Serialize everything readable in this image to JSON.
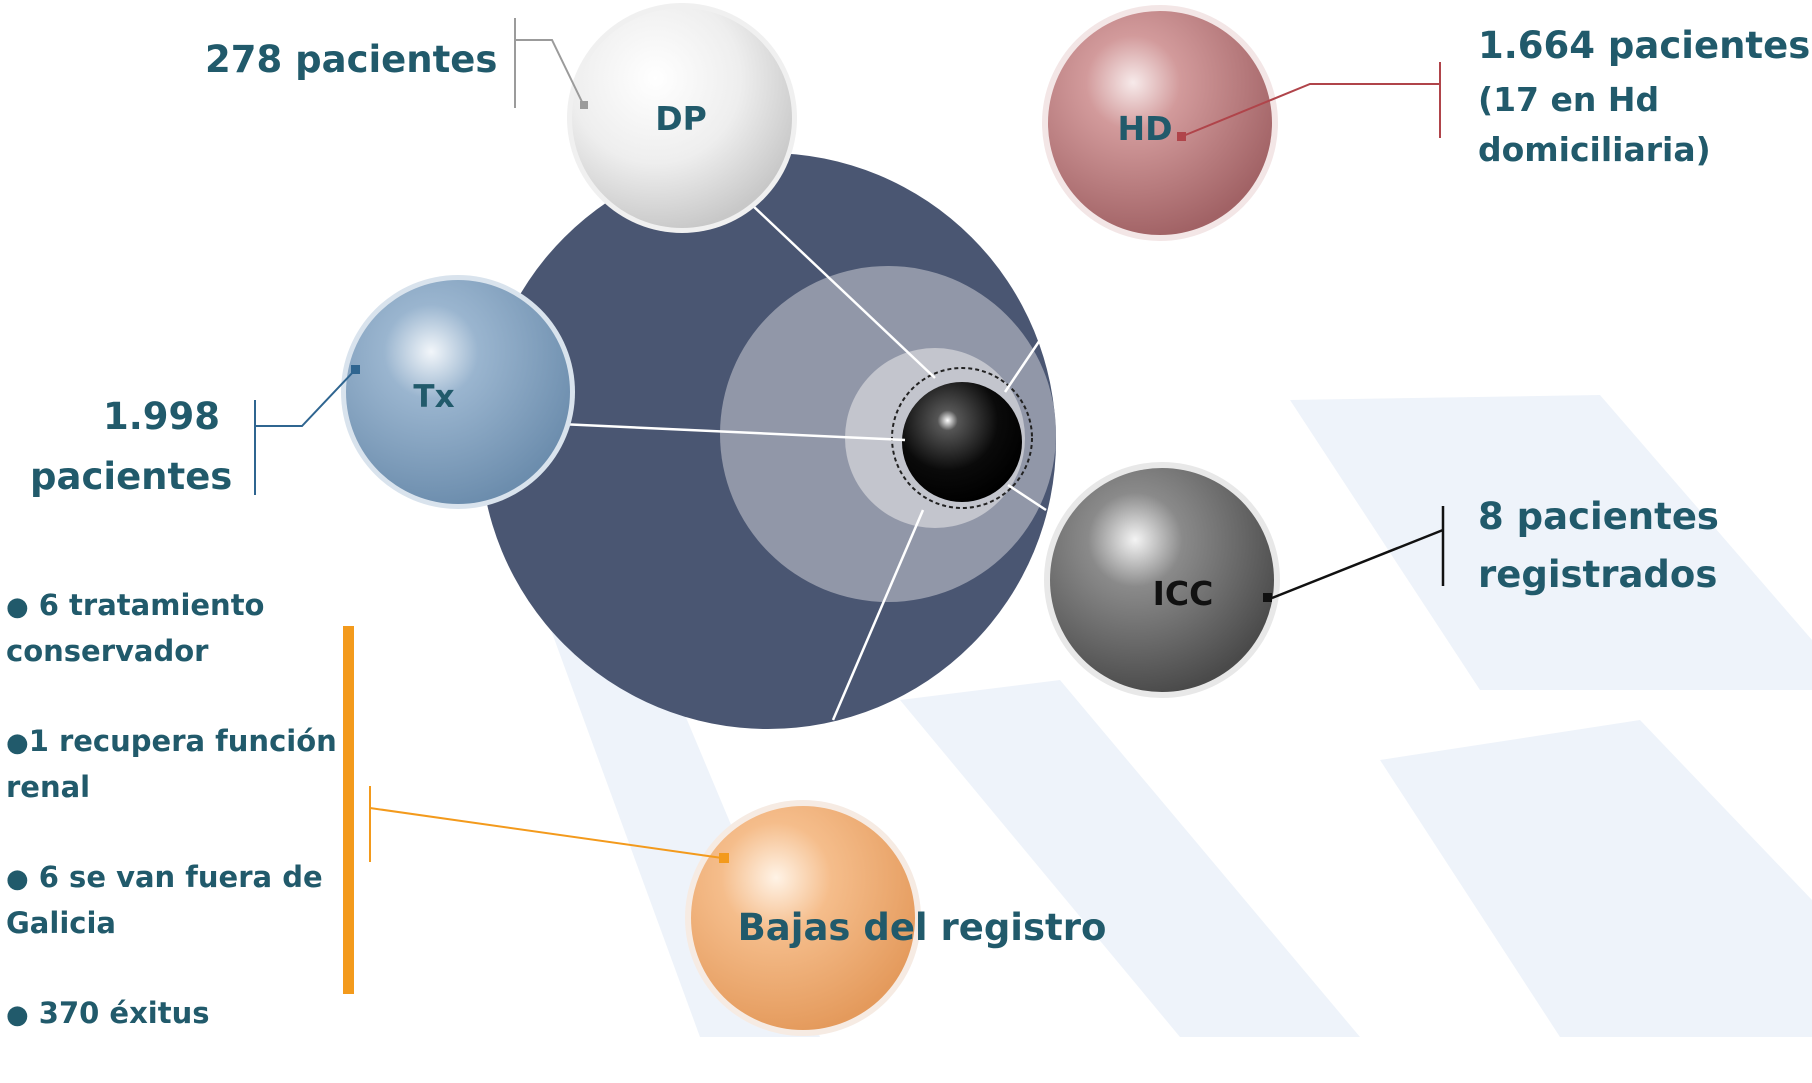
{
  "nodes": {
    "dp": {
      "label": "DP",
      "count": "278 pacientes"
    },
    "hd": {
      "label": "HD",
      "count": "1.664 pacientes",
      "note_line1": "(17 en Hd",
      "note_line2": "domiciliaria)"
    },
    "tx": {
      "label": "Tx",
      "count_line1": "1.998",
      "count_line2": "pacientes"
    },
    "icc": {
      "label": "ICC",
      "count_line1": "8 pacientes",
      "count_line2": "registrados"
    },
    "bajas": {
      "label": "Bajas del registro"
    }
  },
  "bajas_list": [
    {
      "bullet": "●",
      "text": " 6 tratamiento conservador"
    },
    {
      "bullet": "●",
      "text": "1 recupera función renal"
    },
    {
      "bullet": "●",
      "text": " 6 se van fuera de Galicia"
    },
    {
      "bullet": "●",
      "text": " 370 éxitus"
    }
  ],
  "colors": {
    "core": "#4a5672",
    "text": "#215a6b",
    "hd": "#b87e80",
    "tx": "#7f9fbd",
    "icc": "#6e6e6e",
    "bajas": "#f2b27a",
    "bajas_line": "#f39a1c",
    "hd_line": "#b0444a",
    "tx_line": "#2f6590"
  }
}
